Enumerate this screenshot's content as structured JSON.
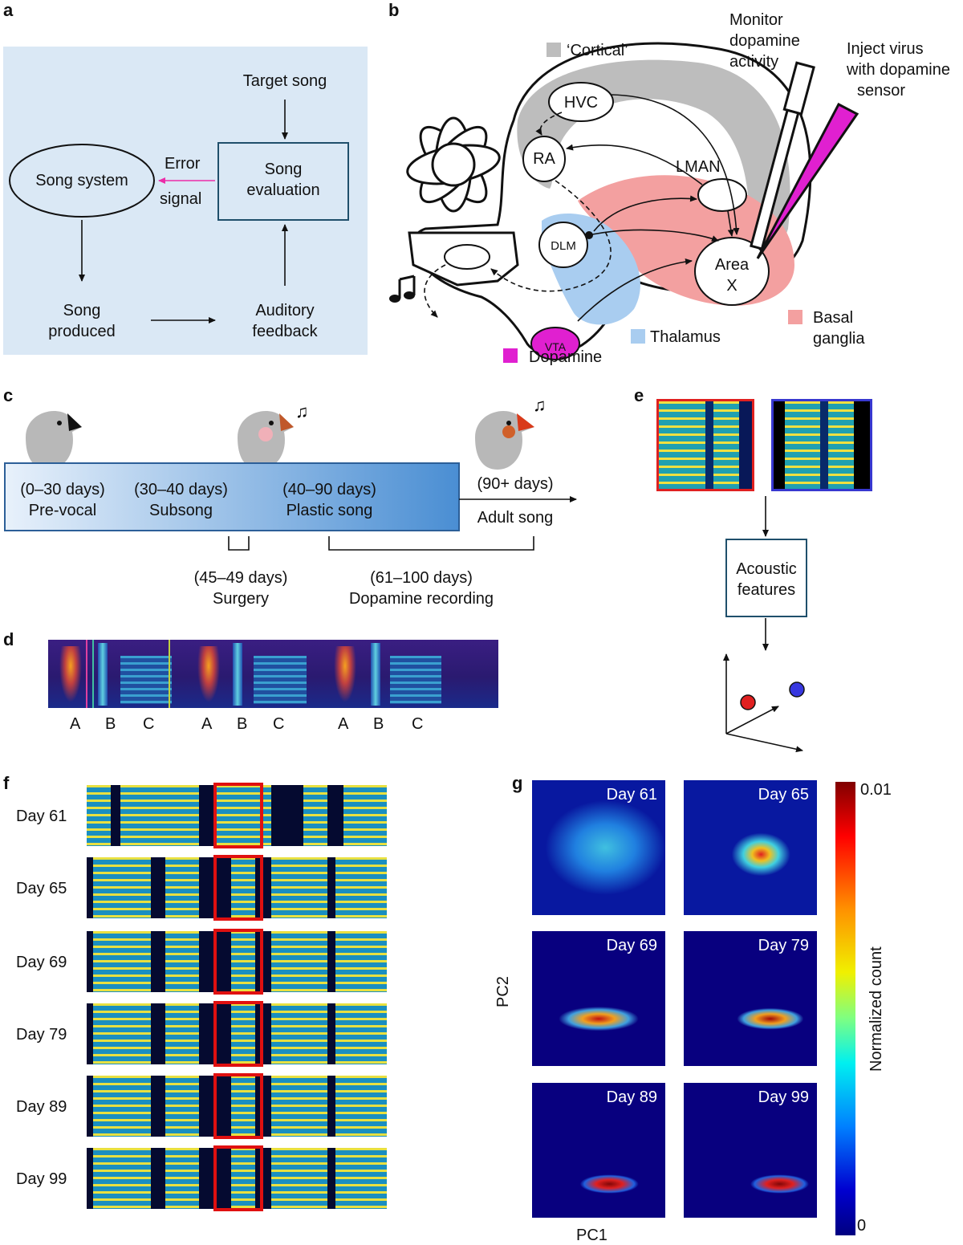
{
  "panels": {
    "a": "a",
    "b": "b",
    "c": "c",
    "d": "d",
    "e": "e",
    "f": "f",
    "g": "g"
  },
  "panel_a": {
    "target_song": "Target song",
    "song_system": "Song system",
    "song_evaluation_1": "Song",
    "song_evaluation_2": "evaluation",
    "error_1": "Error",
    "error_2": "signal",
    "song_produced_1": "Song",
    "song_produced_2": "produced",
    "auditory_feedback_1": "Auditory",
    "auditory_feedback_2": "feedback",
    "bg_color": "#dae8f5",
    "error_arrow_color": "#ec2ca8"
  },
  "panel_b": {
    "cortical": "‘Cortical’",
    "monitor_1": "Monitor",
    "monitor_2": "dopamine",
    "monitor_3": "activity",
    "inject_1": "Inject virus",
    "inject_2": "with dopamine",
    "inject_3": "sensor",
    "hvc": "HVC",
    "ra": "RA",
    "lman": "LMAN",
    "dlm": "DLM",
    "area_x_1": "Area",
    "area_x_2": "X",
    "vta": "VTA",
    "thalamus": "Thalamus",
    "basal_1": "Basal",
    "basal_2": "ganglia",
    "dopamine": "Dopamine",
    "colors": {
      "cortical": "#bdbdbd",
      "thalamus": "#a9cdf0",
      "basal_ganglia": "#f3a0a0",
      "dopamine": "#e020d0"
    }
  },
  "panel_c": {
    "stages": [
      {
        "days": "(0–30 days)",
        "name": "Pre-vocal"
      },
      {
        "days": "(30–40 days)",
        "name": "Subsong"
      },
      {
        "days": "(40–90 days)",
        "name": "Plastic song"
      },
      {
        "days": "(90+ days)",
        "name": "Adult song"
      }
    ],
    "surgery_days": "(45–49 days)",
    "surgery": "Surgery",
    "recording_days": "(61–100 days)",
    "recording": "Dopamine recording"
  },
  "panel_d": {
    "syllables": [
      "A",
      "B",
      "C",
      "A",
      "B",
      "C",
      "A",
      "B",
      "C"
    ]
  },
  "panel_e": {
    "acoustic_1": "Acoustic",
    "acoustic_2": "features"
  },
  "panel_f": {
    "days": [
      "Day 61",
      "Day 65",
      "Day 69",
      "Day 79",
      "Day 89",
      "Day 99"
    ]
  },
  "panel_g": {
    "days": [
      "Day 61",
      "Day 65",
      "Day 69",
      "Day 79",
      "Day 89",
      "Day 99"
    ],
    "xlabel": "PC1",
    "ylabel": "PC2",
    "colorbar_label": "Normalized count",
    "colorbar_max": "0.01",
    "colorbar_min": "0"
  }
}
